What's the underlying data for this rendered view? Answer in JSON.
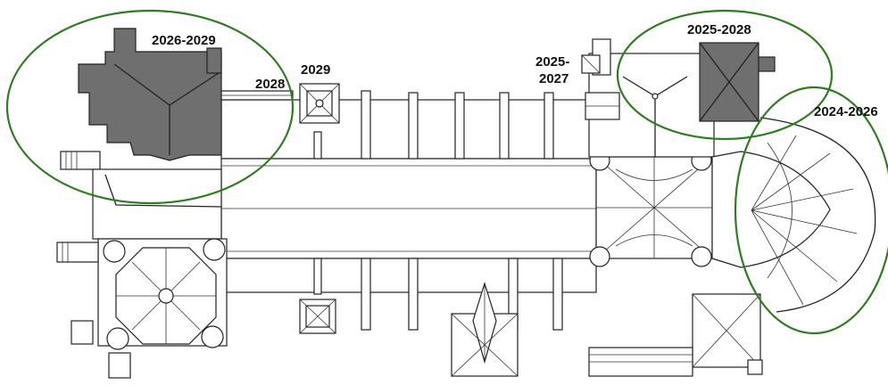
{
  "labels": {
    "north_west_tower": "2026-2029",
    "north_aisle_west": "2028",
    "north_pier_chapel": "2029",
    "north_transept_porch_top": "2025-",
    "north_transept_porch_bottom": "2027",
    "north_east_chapel": "2025-2028",
    "apse": "2024-2026"
  },
  "colors": {
    "highlight_ring": "#2e7d1e",
    "roof_fill": "#6f6f6f",
    "line": "#222222"
  }
}
